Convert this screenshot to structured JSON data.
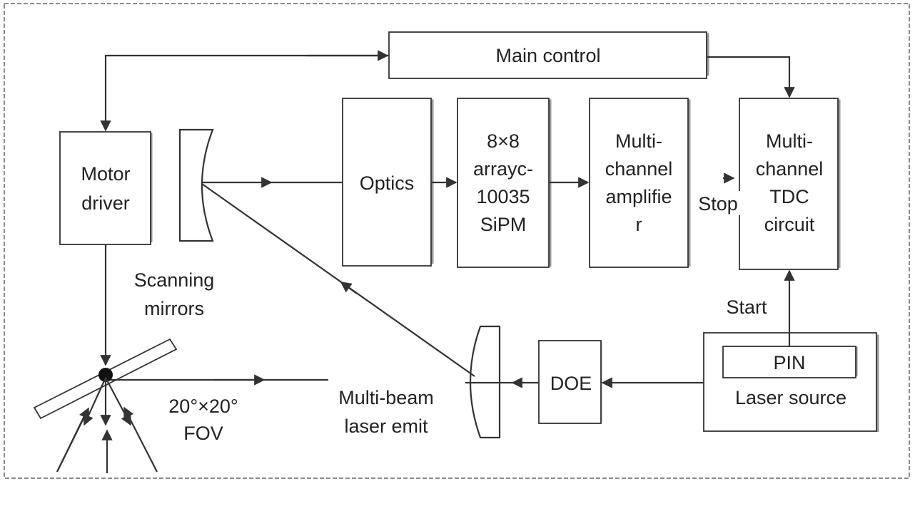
{
  "labels": {
    "main_control": "Main control",
    "motor_driver": [
      "Motor",
      "driver"
    ],
    "optics": "Optics",
    "sipm": [
      "8×8",
      "arrayc-",
      "10035",
      "SiPM"
    ],
    "amplifier": [
      "Multi-",
      "channel",
      "amplifie",
      "r"
    ],
    "tdc": [
      "Multi-",
      "channel",
      "TDC",
      "circuit"
    ],
    "stop": "Stop",
    "start": "Start",
    "scanning_mirrors": [
      "Scanning",
      "mirrors"
    ],
    "pin": "PIN",
    "laser_source": "Laser source",
    "doe": "DOE",
    "fov": [
      "20°×20°",
      "FOV"
    ],
    "multibeam": [
      "Multi-beam",
      "laser emit"
    ]
  }
}
